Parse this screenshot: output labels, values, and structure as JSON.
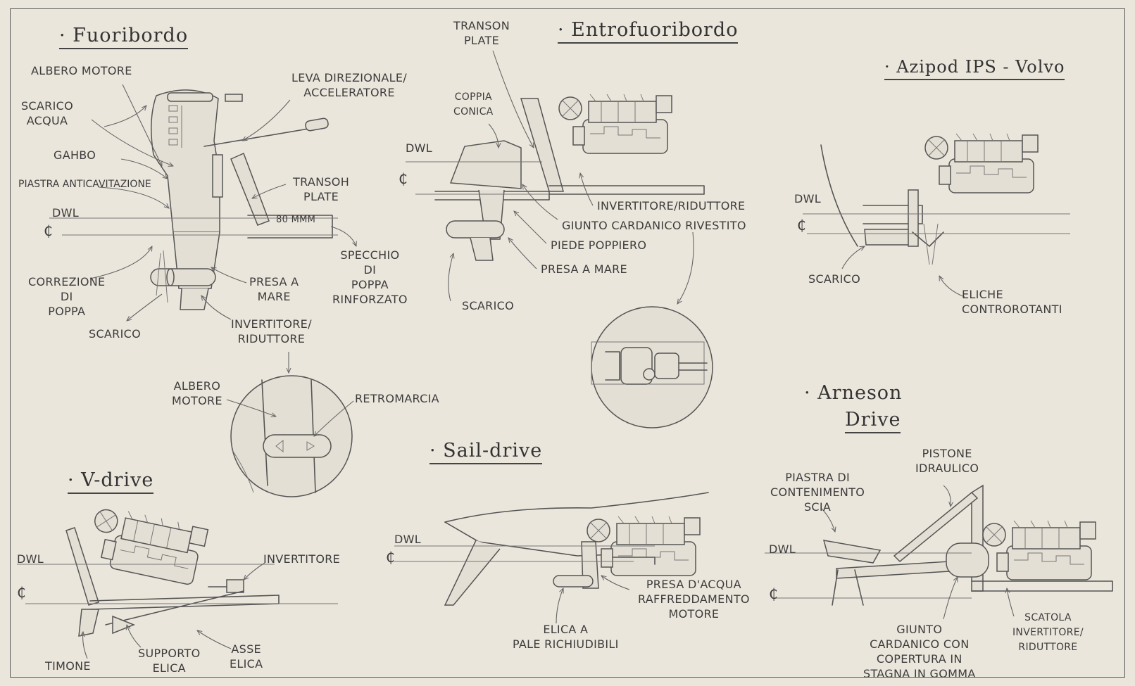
{
  "titles": {
    "fuoribordo": "Fuoribordo",
    "entrofuoribordo": "Entrofuoribordo",
    "azipod": "Azipod IPS - Volvo",
    "arneson_1": "Arneson",
    "arneson_2": "Drive",
    "vdrive": "V-drive",
    "saildrive": "Sail-drive"
  },
  "fuoribordo": {
    "albero_motore": "Albero motore",
    "scarico_acqua": "Scarico\nacqua",
    "gambo": "Gahbo",
    "piastra": "Piastra anticavitazione",
    "dwl": "DWL",
    "cl": "₵",
    "leva": "Leva direzionale/\nacceleratore",
    "transom": "Transoh\nplate",
    "mm": "80 mmm",
    "specchio": "Specchio\ndi\npoppa\nrinforzato",
    "correzione": "Correzione\ndi\npoppa",
    "presa": "Presa a\nmare",
    "scarico": "Scarico",
    "invertitore": "Invertitore/\nriduttore",
    "detail_albero": "Albero\nmotore",
    "retromarcia": "Retromarcia"
  },
  "entrofuoribordo": {
    "transom": "Transon\nplate",
    "coppia": "Coppia\nconica",
    "dwl": "DWL",
    "cl": "₵",
    "invertitore": "Invertitore/riduttore",
    "giunto": "Giunto cardanico rivestito",
    "piede": "Piede poppiero",
    "presa": "Presa a mare",
    "scarico": "Scarico"
  },
  "azipod": {
    "dwl": "DWL",
    "cl": "₵",
    "scarico": "Scarico",
    "eliche": "Eliche\ncontrorotanti"
  },
  "arneson": {
    "pistone": "Pistone\nidraulico",
    "piastra": "Piastra di\ncontenimento\nscia",
    "dwl": "DWL",
    "cl": "₵",
    "giunto": "Giunto\ncardanico con\ncopertura in\nstagna in gomma",
    "scatola": "Scatola\ninvertitore/\nriduttore"
  },
  "vdrive": {
    "dwl": "DWL",
    "cl": "₵",
    "invertitore": "Invertitore",
    "timone": "Timone",
    "supporto": "Supporto\nelica",
    "asse": "Asse\nelica"
  },
  "saildrive": {
    "dwl": "DWL",
    "cl": "₵",
    "presa": "Presa d'acqua\nraffreddamento\nmotore",
    "elica": "Elica a\npale richiudibili"
  }
}
